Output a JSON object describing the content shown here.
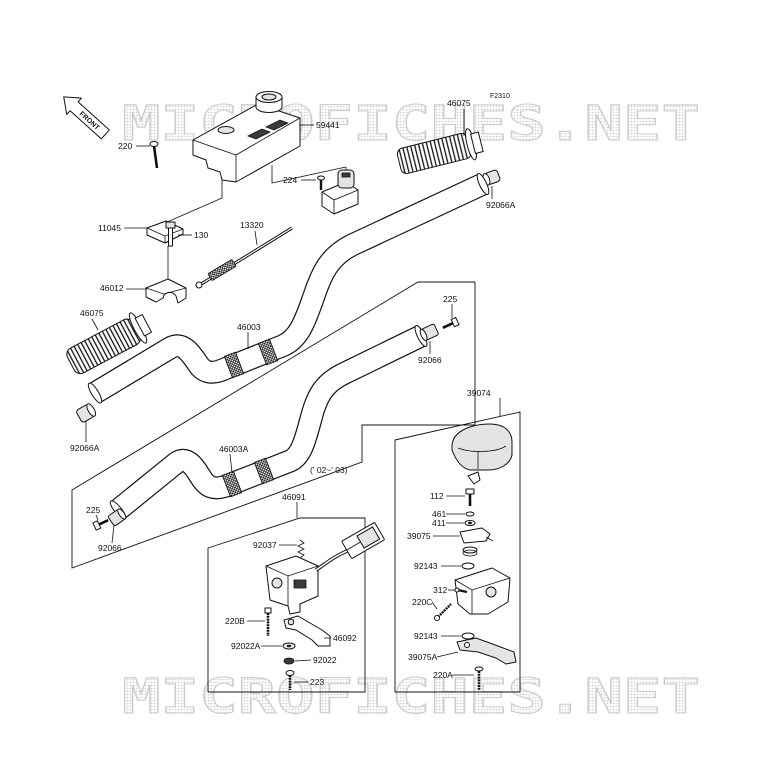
{
  "figure": {
    "code": "F2310",
    "front_arrow_label": "FRONT",
    "year_note": "(' 02~' 03)",
    "watermark": "MICROFICHES.NET"
  },
  "callouts": {
    "grip_right": "46075",
    "cover": "59441",
    "cover_screw": "220",
    "switch_screw": "224",
    "end_cap_right": "92066A",
    "throttle_cable": "13320",
    "clamp_base": "11045",
    "clamp_bolt": "130",
    "clamp_upper": "46012",
    "grip_left": "46075",
    "bolt_upper": "225",
    "handlebar": "46003",
    "weight_upper": "92066",
    "end_cap_left": "92066A",
    "throttle_case": "39074",
    "handlebar_alt": "46003A",
    "switch_assy": "46091",
    "bolt_lower": "225",
    "weight_lower": "92066",
    "bolt_112": "112",
    "washer_461": "461",
    "washer_411": "411",
    "lever_39075": "39075",
    "spring_92037": "92037",
    "washer_92143_upper": "92143",
    "screw_312": "312",
    "screw_220c": "220C",
    "screw_220b": "220B",
    "lever_46092": "46092",
    "washer_92143_lower": "92143",
    "washer_92022a": "92022A",
    "lever_39075a": "39075A",
    "washer_92022": "92022",
    "screw_220a": "220A",
    "screw_223": "223"
  },
  "colors": {
    "ink": "#111111",
    "watermark": "#cccccc",
    "background": "#ffffff"
  }
}
